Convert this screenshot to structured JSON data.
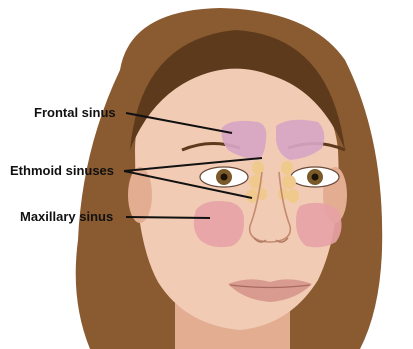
{
  "labels": {
    "frontal": "Frontal sinus",
    "ethmoid": "Ethmoid sinuses",
    "maxillary": "Maxillary sinus"
  },
  "colors": {
    "background": "#ffffff",
    "skin": "#f1cbb3",
    "skin_shadow": "#e3ad92",
    "hair": "#8a5a30",
    "hair_dark": "#5e3a1c",
    "frontal_sinus": "#d7a6c6",
    "ethmoid_sinus": "#f0c98c",
    "maxillary_sinus": "#e7a2a6",
    "lips": "#d99a8f",
    "iris": "#7a5a28",
    "leader_line": "#111111"
  }
}
